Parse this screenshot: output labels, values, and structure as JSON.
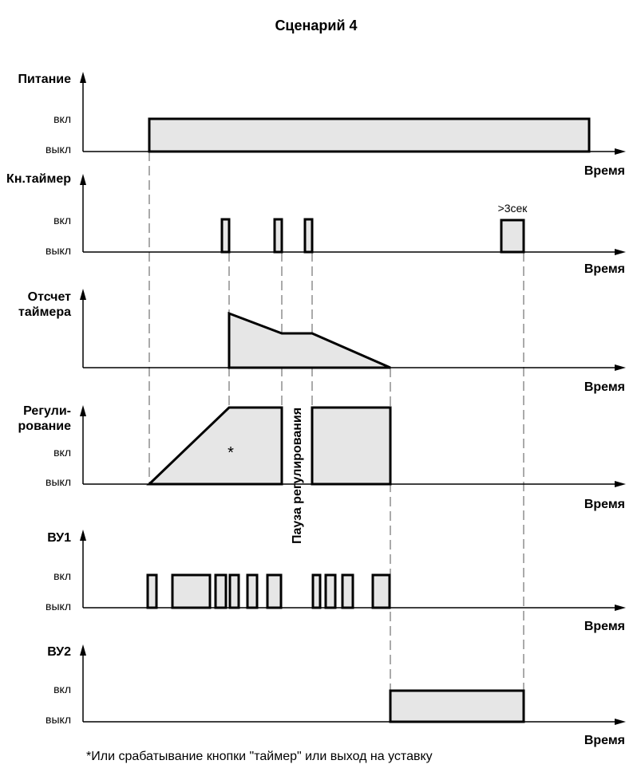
{
  "title": "Сценарий 4",
  "time_label": "Время",
  "on_label": "вкл",
  "off_label": "выкл",
  "channels": [
    {
      "name": "Питание"
    },
    {
      "name": "Кн.таймер"
    },
    {
      "name_line1": "Отсчет",
      "name_line2": "таймера"
    },
    {
      "name_line1": "Регули-",
      "name_line2": "рование"
    },
    {
      "name": "ВУ1"
    },
    {
      "name": "ВУ2"
    }
  ],
  "hold_annotation": ">3сек",
  "asterisk": "*",
  "pause_label": "Пауза регулирования",
  "footnote": "*Или срабатывание кнопки \"таймер\" или выход на уставку",
  "colors": {
    "fill": "#e6e6e6",
    "stroke": "#000000",
    "guide": "#555555"
  }
}
